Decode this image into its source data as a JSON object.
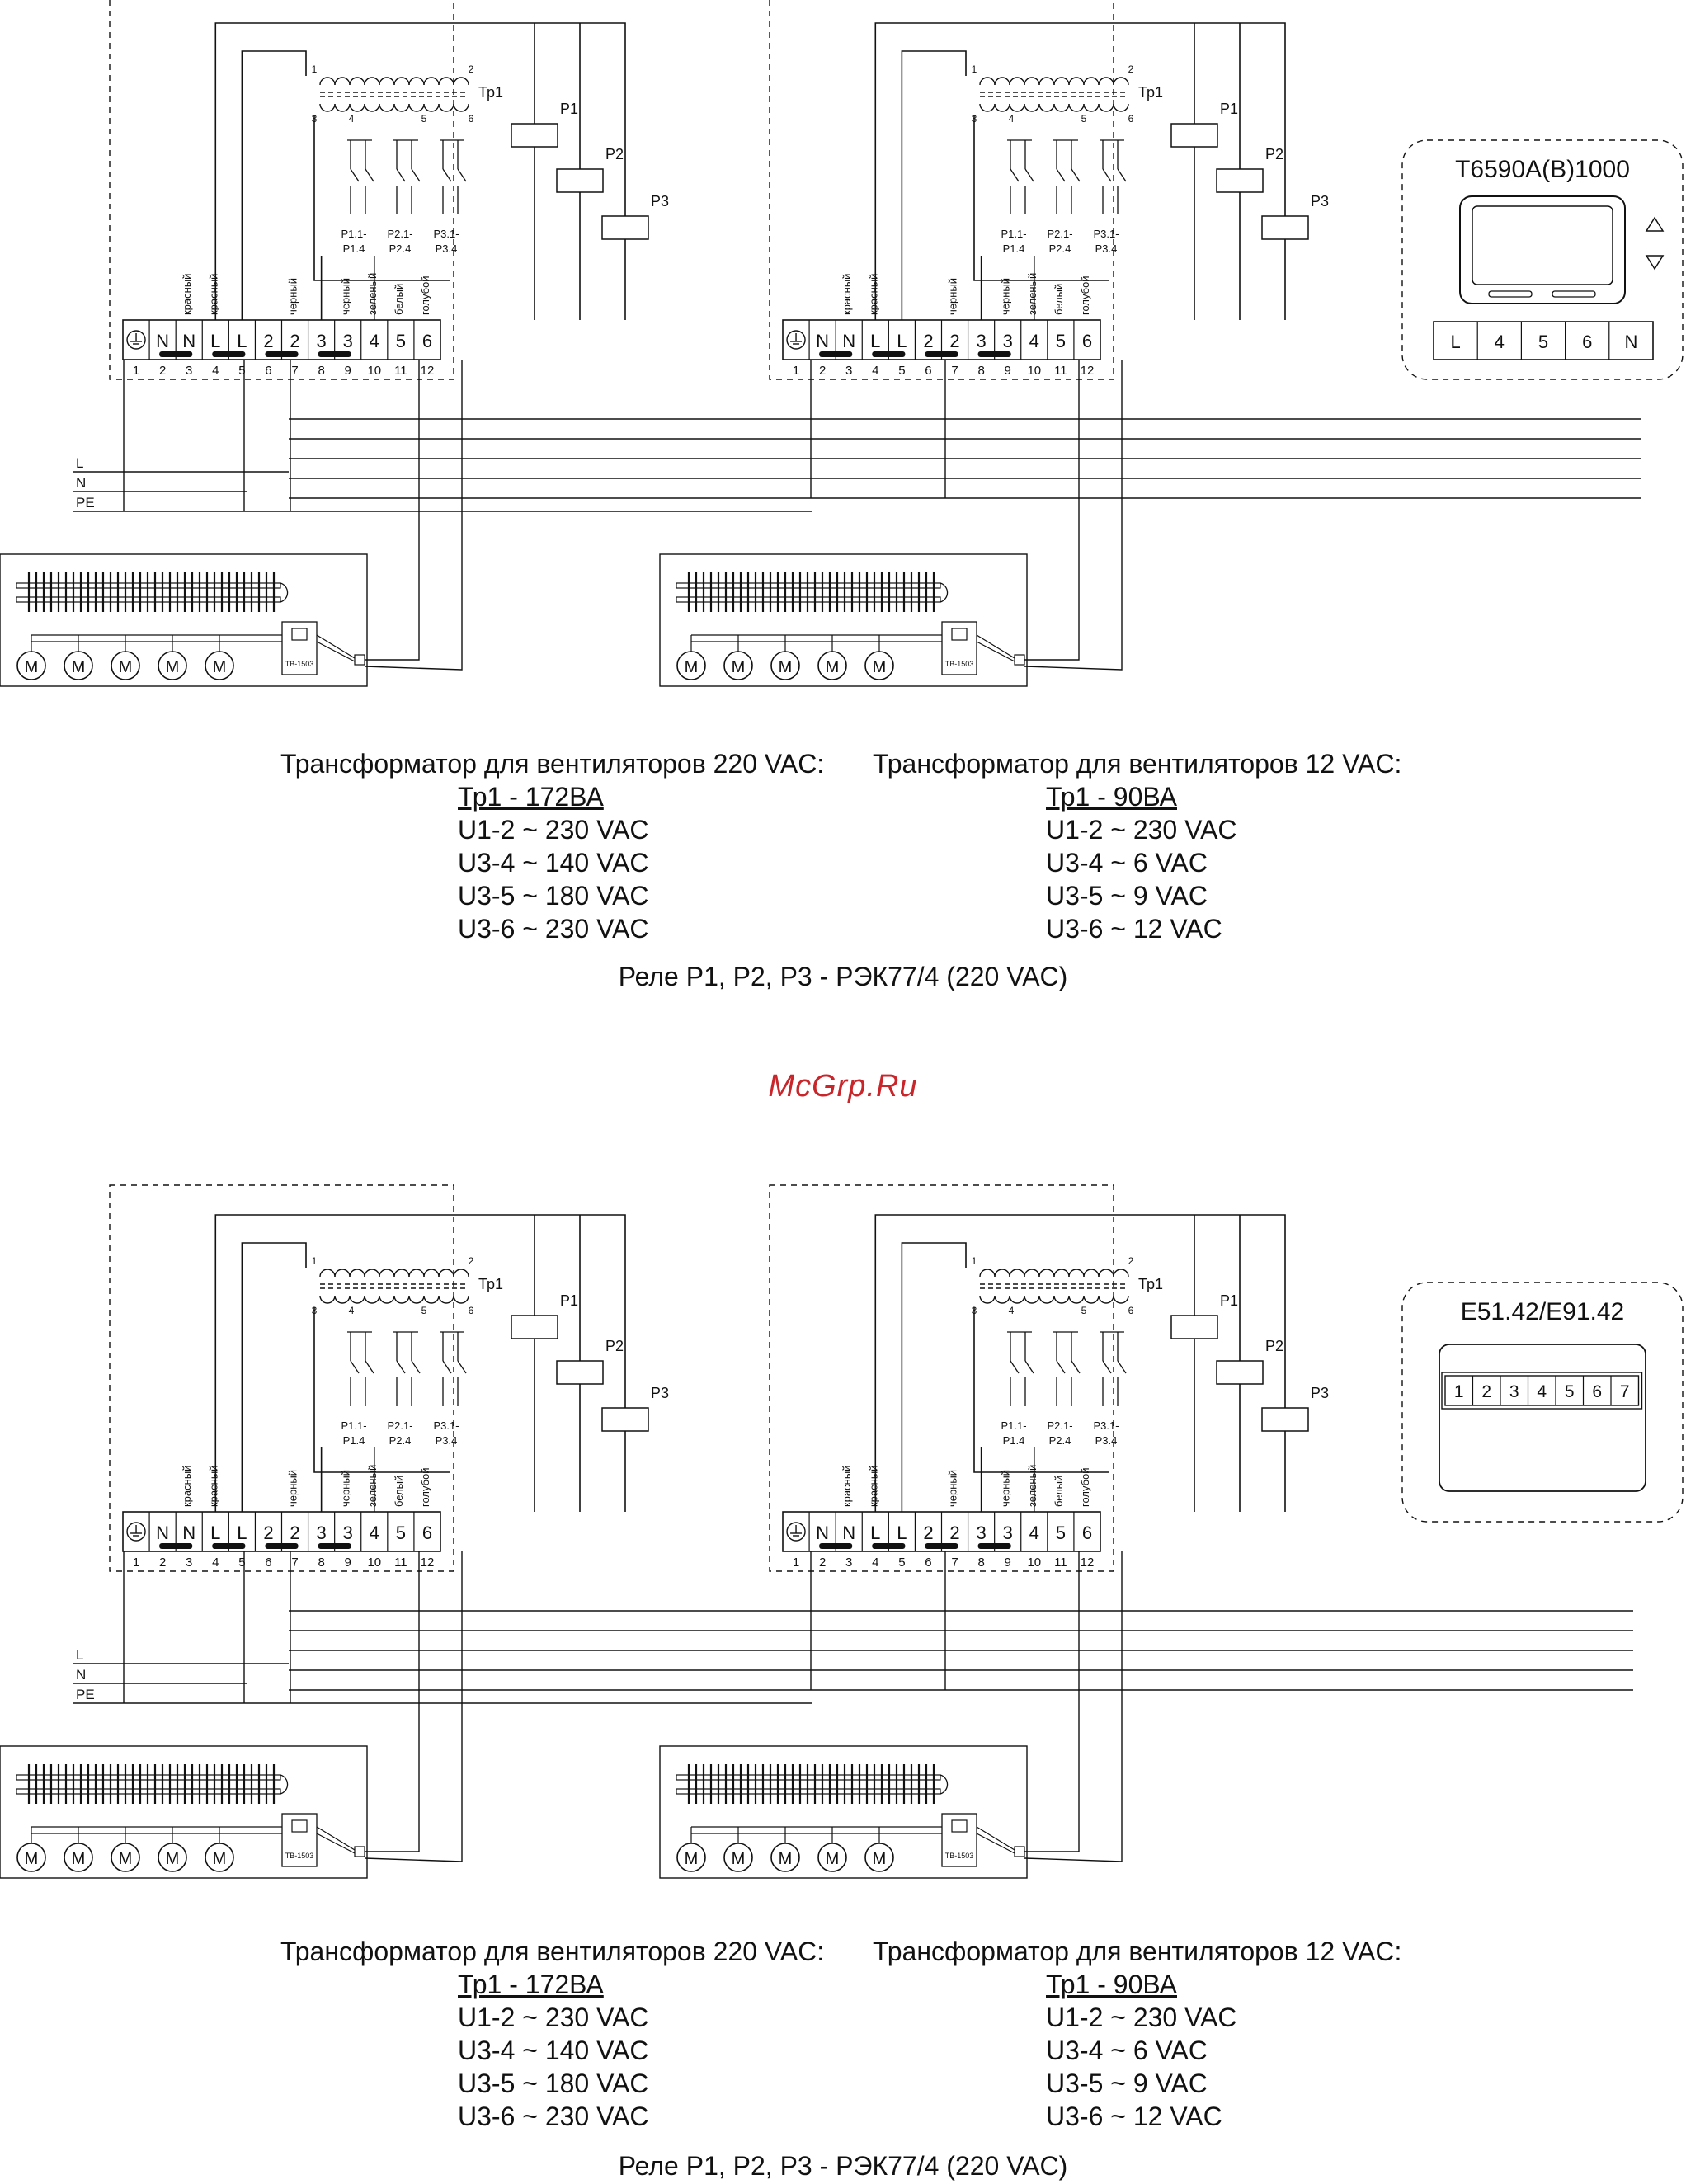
{
  "watermark": "McGrp.Ru",
  "terminal_block": {
    "labels": [
      "N",
      "N",
      "L",
      "L",
      "2",
      "2",
      "3",
      "3",
      "4",
      "5",
      "6"
    ],
    "numbers": [
      "1",
      "2",
      "3",
      "4",
      "5",
      "6",
      "7",
      "8",
      "9",
      "10",
      "11",
      "12"
    ],
    "wire_colors": [
      "красный",
      "красный",
      "черный",
      "черный",
      "зеленый",
      "белый",
      "голубой"
    ]
  },
  "unit": {
    "transformer": "Тр1",
    "relays": [
      "Р1",
      "Р2",
      "Р3"
    ],
    "contacts": [
      [
        "Р1.1-",
        "Р1.4"
      ],
      [
        "Р2.1-",
        "Р2.4"
      ],
      [
        "Р3.1-",
        "Р3.4"
      ]
    ],
    "winding_taps": [
      "1",
      "2",
      "3",
      "4",
      "5",
      "6"
    ],
    "thermostat_label": "ТВ-1503",
    "motor_label": "M"
  },
  "mains": [
    "L",
    "N",
    "PE"
  ],
  "top": {
    "controller_title": "T6590A(B)1000",
    "controller_terminals": [
      "L",
      "4",
      "5",
      "6",
      "N"
    ]
  },
  "bottom": {
    "controller_title": "E51.42/E91.42",
    "controller_terminals": [
      "1",
      "2",
      "3",
      "4",
      "5",
      "6",
      "7"
    ]
  },
  "notes": {
    "left": {
      "heading": "Трансформатор для вентиляторов 220 VAC:",
      "model": "Тр1 - 172ВА",
      "lines": [
        "U1-2 ~ 230 VAC",
        "U3-4 ~ 140 VAC",
        "U3-5 ~ 180 VAC",
        "U3-6 ~ 230 VAC"
      ]
    },
    "right": {
      "heading": "Трансформатор для вентиляторов 12 VAC:",
      "model": "Тр1 - 90ВА",
      "lines": [
        "U1-2 ~ 230 VAC",
        "U3-4 ~ 6 VAC",
        "U3-5 ~ 9 VAC",
        "U3-6 ~ 12 VAC"
      ]
    },
    "relay": "Реле Р1, Р2, Р3 - РЭК77/4 (220 VAC)"
  }
}
